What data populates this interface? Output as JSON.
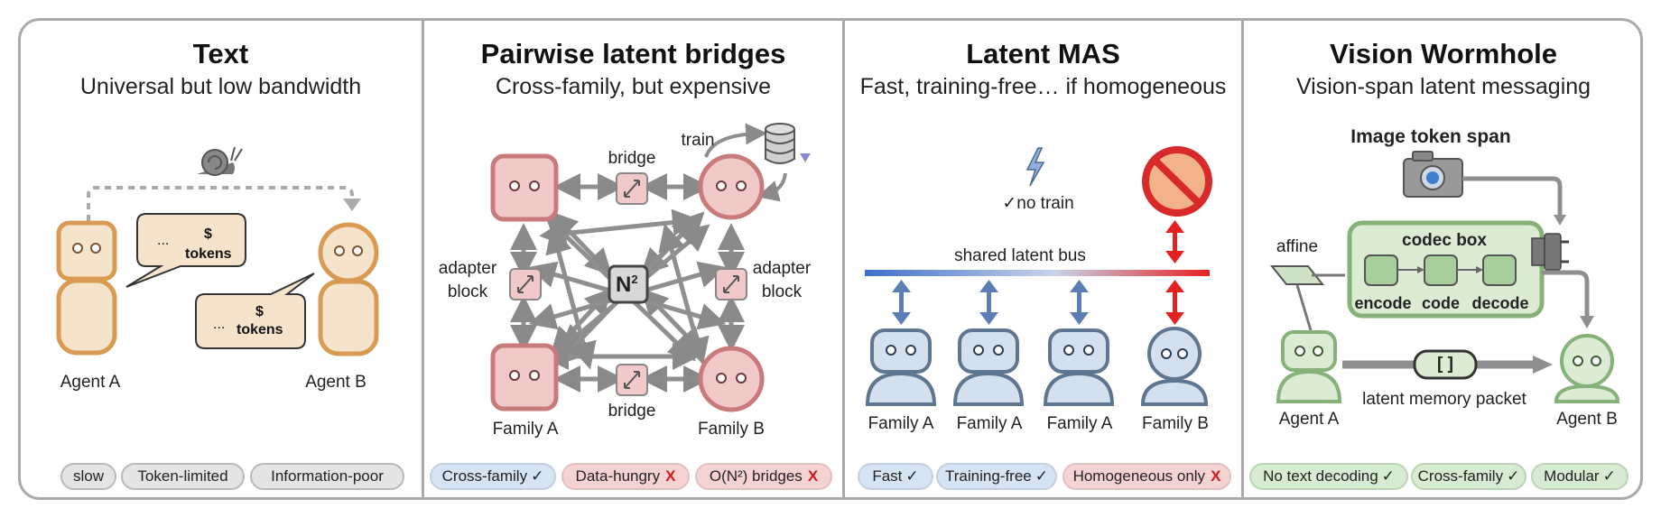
{
  "panels": {
    "text": {
      "title": "Text",
      "subtitle": "Universal but low bandwidth",
      "bubble1_dots": "...",
      "bubble1_dollar": "$",
      "bubble1_tokens": "tokens",
      "bubble2_dots": "...",
      "bubble2_dollar": "$",
      "bubble2_tokens": "tokens",
      "agent_a": "Agent A",
      "agent_b": "Agent B",
      "pills": [
        "slow",
        "Token-limited",
        "Information-poor"
      ]
    },
    "bridges": {
      "title": "Pairwise latent bridges",
      "subtitle": "Cross-family, but expensive",
      "bridge_top": "bridge",
      "bridge_bottom": "bridge",
      "train": "train",
      "adapter_left_1": "adapter",
      "adapter_left_2": "block",
      "adapter_right_1": "adapter",
      "adapter_right_2": "block",
      "center": "N",
      "center_sup": "2",
      "family_a": "Family A",
      "family_b": "Family B",
      "pills": [
        {
          "text": "Cross-family",
          "mark": "✓",
          "style": "blue"
        },
        {
          "text": "Data-hungry",
          "mark": "X",
          "style": "red"
        },
        {
          "text": "O(N²) bridges",
          "mark": "X",
          "style": "red"
        }
      ]
    },
    "latentmas": {
      "title": "Latent MAS",
      "subtitle": "Fast, training-free… if homogeneous",
      "no_train": "✓no train",
      "bus_label": "shared latent bus",
      "agents": [
        "Family A",
        "Family A",
        "Family A",
        "Family B"
      ],
      "pills": [
        {
          "text": "Fast",
          "mark": "✓",
          "style": "blue"
        },
        {
          "text": "Training-free",
          "mark": "✓",
          "style": "blue"
        },
        {
          "text": "Homogeneous only",
          "mark": "X",
          "style": "red"
        }
      ]
    },
    "wormhole": {
      "title": "Vision Wormhole",
      "subtitle": "Vision-span latent messaging",
      "image_span": "Image token span",
      "codec_box": "codec box",
      "encode": "encode",
      "code": "code",
      "decode": "decode",
      "affine": "affine",
      "packet": "[ ]",
      "packet_label": "latent memory packet",
      "agent_a": "Agent A",
      "agent_b": "Agent B",
      "pills": [
        {
          "text": "No text decoding",
          "mark": "✓",
          "style": "green"
        },
        {
          "text": "Cross-family",
          "mark": "✓",
          "style": "green"
        },
        {
          "text": "Modular",
          "mark": "✓",
          "style": "green"
        }
      ]
    }
  },
  "colors": {
    "orange_agent": "#f6e3cb",
    "orange_border": "#d99a54",
    "pink_agent": "#f2c9c9",
    "pink_border": "#c97a7a",
    "blue_agent": "#d4e0ee",
    "blue_border": "#5f7690",
    "green_agent": "#dcecd4",
    "green_border": "#86b27a",
    "bus_blue": "#3e6fc9",
    "bus_red": "#e52222"
  }
}
